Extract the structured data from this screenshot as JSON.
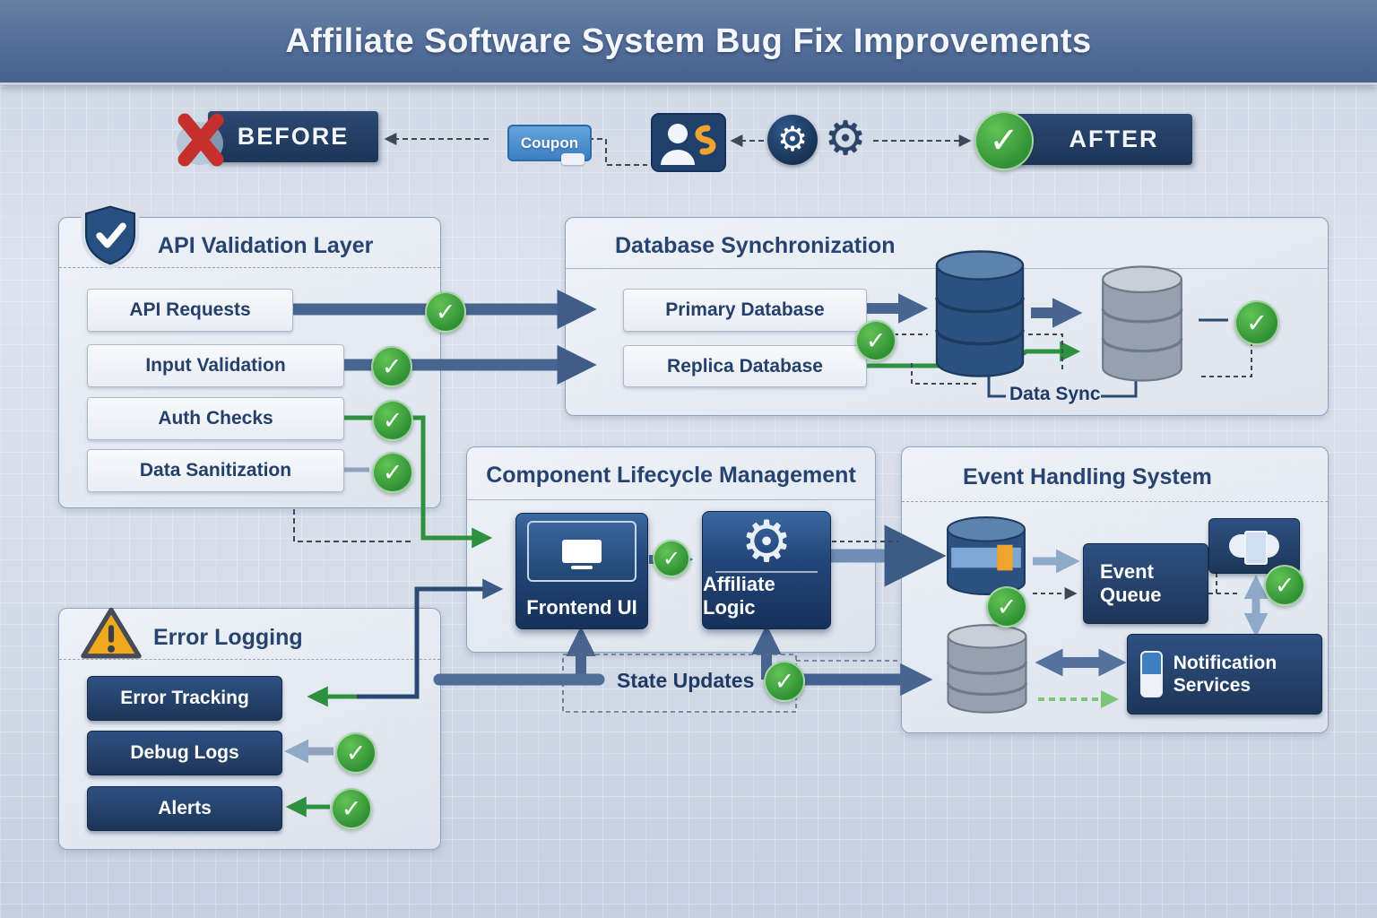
{
  "header": {
    "title": "Affiliate Software System Bug Fix Improvements"
  },
  "legend": {
    "before": "BEFORE",
    "after": "AFTER",
    "coupon": "Coupon"
  },
  "panels": {
    "api_validation": {
      "title": "API Validation Layer",
      "items": [
        "API Requests",
        "Input Validation",
        "Auth Checks",
        "Data Sanitization"
      ]
    },
    "database_sync": {
      "title": "Database Synchronization",
      "items": [
        "Primary Database",
        "Replica Database"
      ],
      "sync_label": "Data Sync"
    },
    "component_lifecycle": {
      "title": "Component Lifecycle Management",
      "cards": [
        "Frontend UI",
        "Affiliate Logic"
      ],
      "state_label": "State Updates"
    },
    "event_handling": {
      "title": "Event Handling System",
      "queue_label": "Event Queue",
      "notification_label": "Notification Services"
    },
    "error_logging": {
      "title": "Error Logging",
      "items": [
        "Error Tracking",
        "Debug Logs",
        "Alerts"
      ]
    }
  },
  "icons": {
    "shield": "shield-check-icon",
    "warning": "warning-triangle-icon",
    "x": "red-x-icon",
    "user": "affiliate-user-icon",
    "gears": "gears-icon",
    "database_blue": "database-icon",
    "database_gray": "replica-database-icon",
    "monitor": "monitor-icon",
    "gear_big": "gear-icon",
    "capsule": "event-capsule-icon",
    "toggle": "notification-toggle-icon"
  },
  "colors": {
    "header_bg": "#56709c",
    "navy_box": "#1d3557",
    "panel_border": "#8fa3bf",
    "slate_arrow": "#47658f",
    "green": "#2f9140",
    "light_green": "#7cc576",
    "coupon_blue": "#3d7fc2",
    "warning_orange": "#f2a81d",
    "error_red": "#c5302c"
  }
}
